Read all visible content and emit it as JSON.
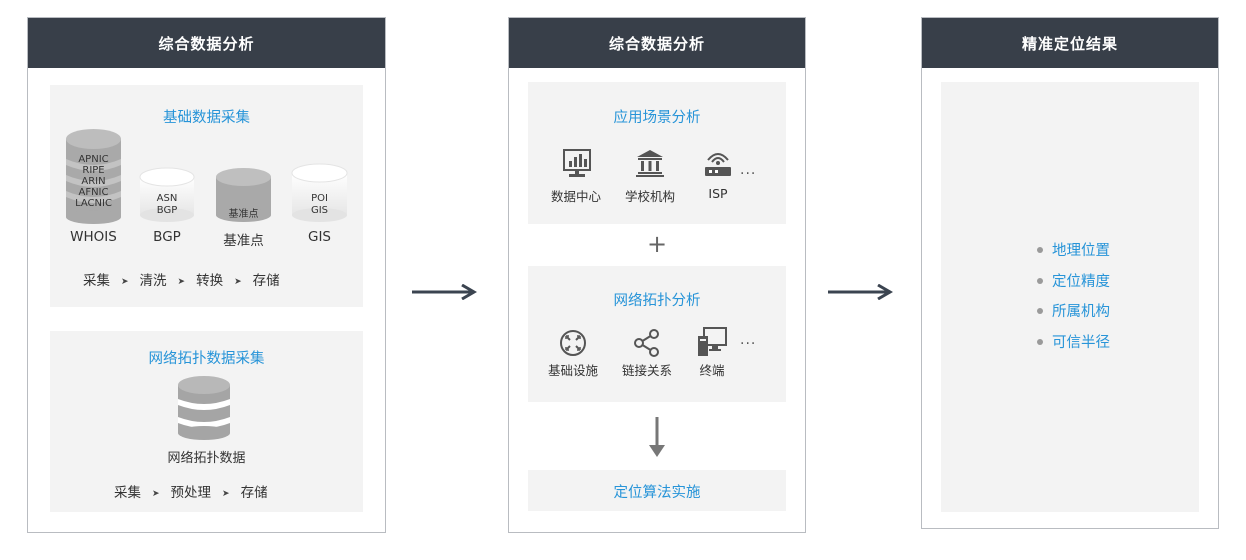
{
  "panel1": {
    "title": "综合数据分析",
    "basic": {
      "title": "基础数据采集",
      "whois_stack": [
        "APNIC",
        "RIPE",
        "ARIN",
        "AFNIC",
        "LACNIC"
      ],
      "bgp_stack": [
        "ASN",
        "BGP"
      ],
      "base_stack": [
        "基准点"
      ],
      "gis_stack": [
        "POI",
        "GIS"
      ],
      "labels": [
        "WHOIS",
        "BGP",
        "基准点",
        "GIS"
      ],
      "flow": [
        "采集",
        "清洗",
        "转换",
        "存储"
      ],
      "flow_sep": "➤"
    },
    "topo": {
      "title": "网络拓扑数据采集",
      "db_label": "网络拓扑数据",
      "flow": [
        "采集",
        "预处理",
        "存储"
      ],
      "flow_sep": "➤"
    }
  },
  "panel2": {
    "title": "综合数据分析",
    "scenario": {
      "title": "应用场景分析",
      "items": [
        {
          "label": "数据中心",
          "icon": "datacenter-chart-icon"
        },
        {
          "label": "学校机构",
          "icon": "school-building-icon"
        },
        {
          "label": "ISP",
          "icon": "isp-router-icon"
        }
      ],
      "more": "···"
    },
    "plus": "+",
    "topology": {
      "title": "网络拓扑分析",
      "items": [
        {
          "label": "基础设施",
          "icon": "infrastructure-icon"
        },
        {
          "label": "链接关系",
          "icon": "share-link-icon"
        },
        {
          "label": "终端",
          "icon": "terminal-device-icon"
        }
      ],
      "more": "···"
    },
    "implement": "定位算法实施"
  },
  "panel3": {
    "title": "精准定位结果",
    "results": [
      "地理位置",
      "定位精度",
      "所属机构",
      "可信半径"
    ]
  },
  "colors": {
    "header": "#383f49",
    "accent": "#2794d8",
    "box": "#f3f3f3",
    "border": "#b9bcc1"
  }
}
